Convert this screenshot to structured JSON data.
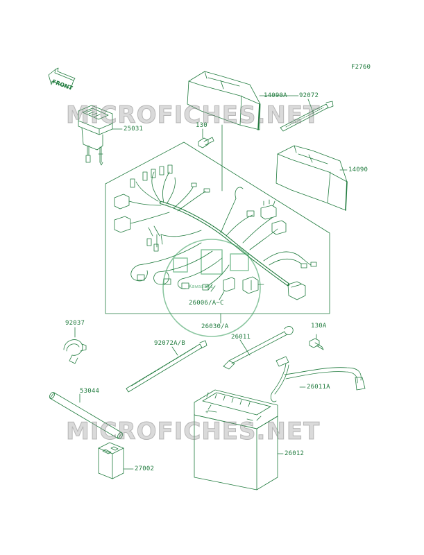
{
  "figure_code": "F2760",
  "front_label": "FRONT",
  "watermark": "MICROFICHES.NET",
  "brand_label": "Kawasaki",
  "colors": {
    "line": "#1e7a3c",
    "watermark": "#9a9a9a",
    "background": "#ffffff"
  },
  "parts": [
    {
      "id": "p-14090A",
      "label": "14090A"
    },
    {
      "id": "p-92072",
      "label": "92072"
    },
    {
      "id": "p-25031",
      "label": "25031"
    },
    {
      "id": "p-130",
      "label": "130"
    },
    {
      "id": "p-14090",
      "label": "14090"
    },
    {
      "id": "p-26006",
      "label": "26006/A~C"
    },
    {
      "id": "p-26030",
      "label": "26030/A"
    },
    {
      "id": "p-92037",
      "label": "92037"
    },
    {
      "id": "p-92072AB",
      "label": "92072A/B"
    },
    {
      "id": "p-26011",
      "label": "26011"
    },
    {
      "id": "p-130A",
      "label": "130A"
    },
    {
      "id": "p-26011A",
      "label": "26011A"
    },
    {
      "id": "p-53044",
      "label": "53044"
    },
    {
      "id": "p-26012",
      "label": "26012"
    },
    {
      "id": "p-27002",
      "label": "27002"
    }
  ]
}
